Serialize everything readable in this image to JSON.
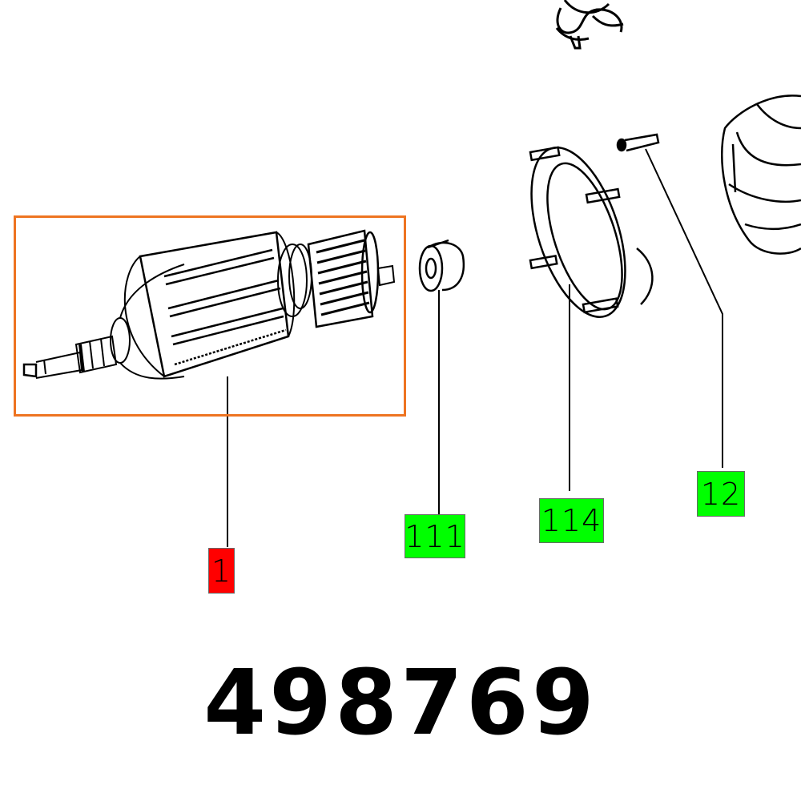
{
  "diagram": {
    "type": "exploded-parts-diagram",
    "highlight_color": "#ee7421",
    "part_number": "498769",
    "callouts": [
      {
        "id": "1",
        "label": "1",
        "part": "armature",
        "color": "#ff0000",
        "selected": true
      },
      {
        "id": "111",
        "label": "111",
        "part": "bearing",
        "color": "#00ff00"
      },
      {
        "id": "114",
        "label": "114",
        "part": "fan-guide-ring",
        "color": "#00ff00"
      },
      {
        "id": "12",
        "label": "12",
        "part": "screw",
        "color": "#00ff00"
      }
    ]
  }
}
